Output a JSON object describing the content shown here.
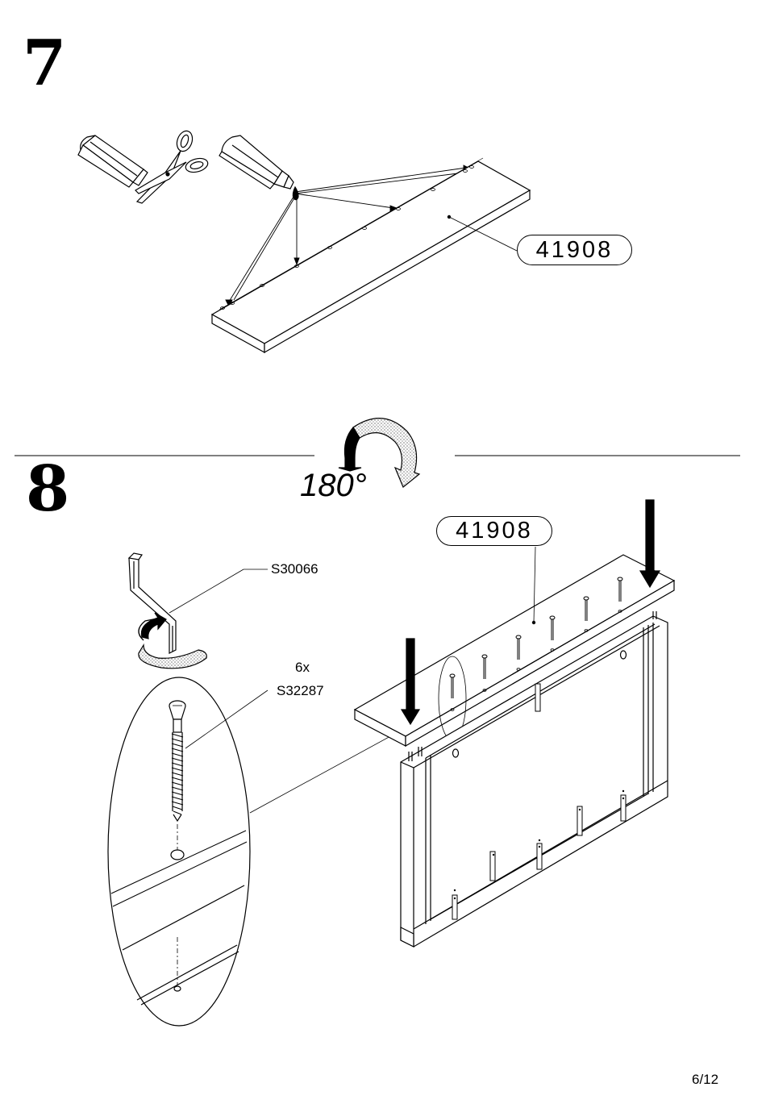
{
  "step7": {
    "number": "7",
    "part_label": "41908"
  },
  "step8": {
    "number": "8",
    "rotation": "180°",
    "part_label": "41908",
    "tool_code": "S30066",
    "screw_quantity": "6x",
    "screw_code": "S32287"
  },
  "page_number": "6/12"
}
